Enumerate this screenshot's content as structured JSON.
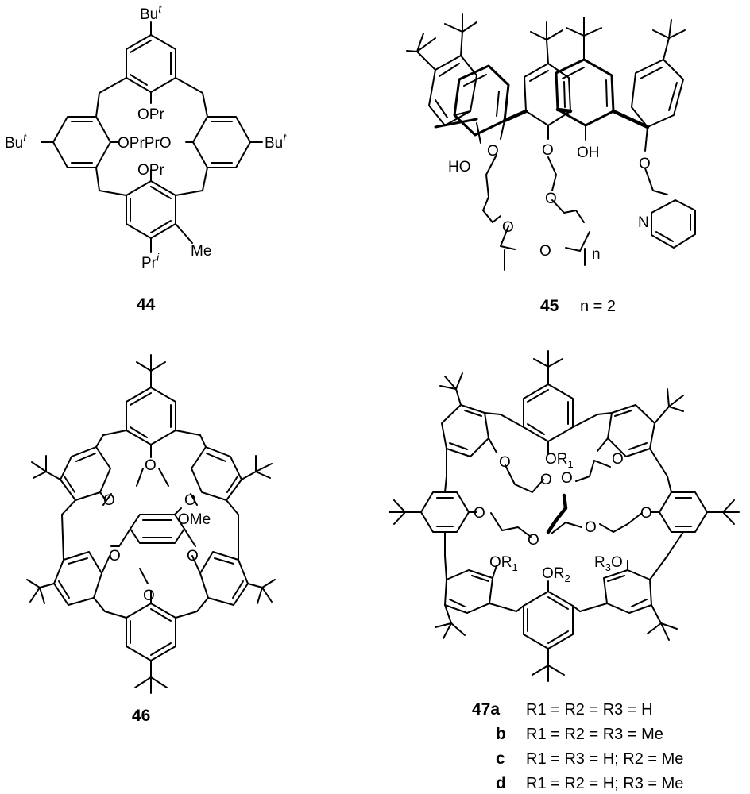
{
  "c44": {
    "number": "44",
    "top_sub": "Bu",
    "top_sub_sup": "t",
    "left_sub": "Bu",
    "left_sub_sup": "t",
    "right_sub": "Bu",
    "right_sub_sup": "t",
    "bottom_sub": "Pr",
    "bottom_sub_sup": "i",
    "me": "Me",
    "opr_top": "OPr",
    "opr_mid": "OPrPrO",
    "opr_bottom": "OPr"
  },
  "c45": {
    "number": "45",
    "n_note": "n = 2",
    "ho": "HO",
    "oh": "OH",
    "o": "O",
    "n_atom": "N",
    "n_sub": "n"
  },
  "c46": {
    "number": "46",
    "o": "O",
    "ome": "OMe"
  },
  "c47": {
    "number": "47a",
    "o": "O",
    "or1": "OR",
    "r1_sub": "1",
    "or2": "OR",
    "r2_sub": "2",
    "r3o": "R",
    "r3_sub": "3",
    "r3o_o": "O",
    "rows": [
      {
        "tag": "47a",
        "text": "R1 = R2 = R3 = H"
      },
      {
        "tag": "b",
        "text": "R1 = R2 = R3 = Me"
      },
      {
        "tag": "c",
        "text": "R1 = R3 = H; R2 = Me"
      },
      {
        "tag": "d",
        "text": "R1 = R2 = H; R3 = Me"
      }
    ]
  }
}
